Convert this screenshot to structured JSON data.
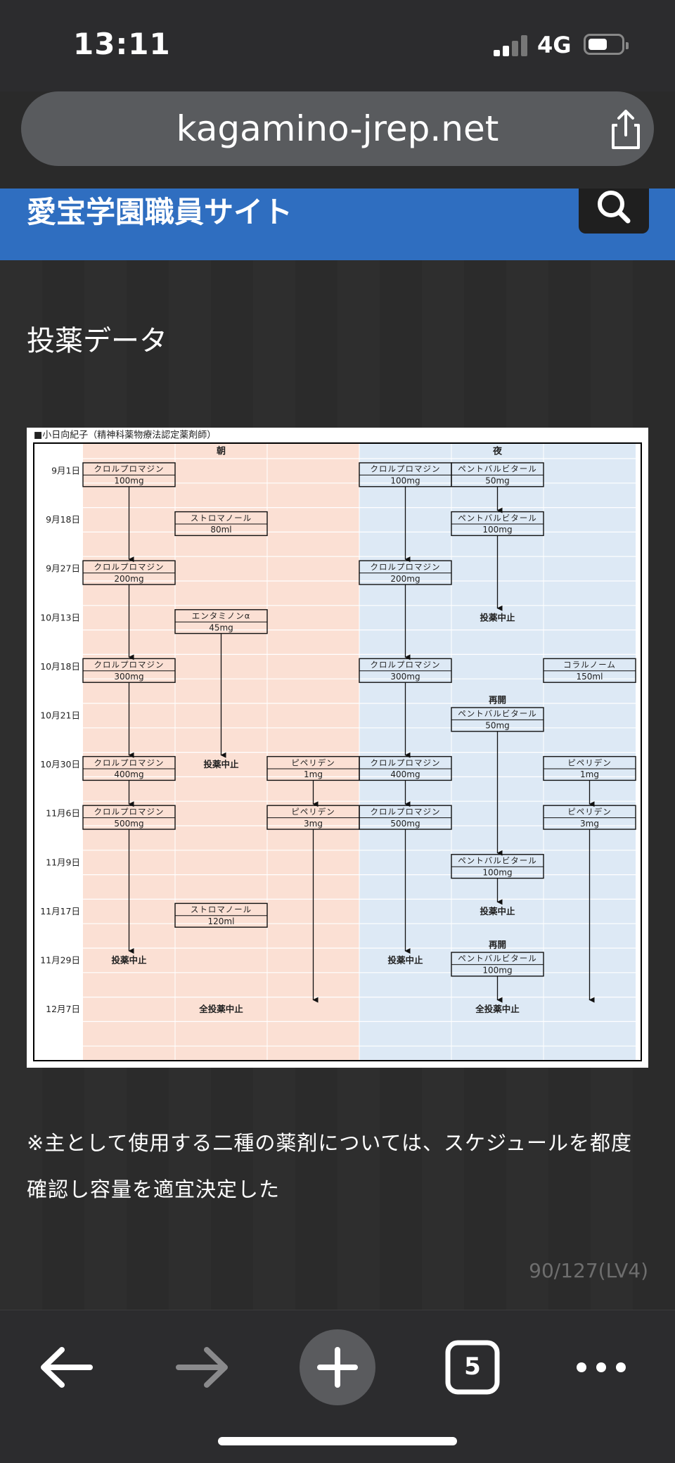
{
  "status": {
    "time": "13:11",
    "network": "4G"
  },
  "browser": {
    "url": "kagamino-jrep.net",
    "tab_count": "5"
  },
  "site": {
    "title": "愛宝学園職員サイト"
  },
  "section": {
    "heading": "投薬データ"
  },
  "note": "※主として使用する二種の薬剤については、スケジュールを都度確認し容量を適宜決定した",
  "page_counter": "90/127(LV4)",
  "chart_data": {
    "type": "table",
    "title": "■小日向紀子（精神科薬物療法認定薬剤師）",
    "headers": {
      "morning": "朝",
      "night": "夜"
    },
    "dates": [
      "9月1日",
      "9月18日",
      "9月27日",
      "10月13日",
      "10月18日",
      "10月21日",
      "10月30日",
      "11月6日",
      "11月9日",
      "11月17日",
      "11月29日",
      "12月7日"
    ],
    "boxes": [
      {
        "row": 0,
        "col": 0,
        "name": "クロルプロマジン",
        "dose": "100mg"
      },
      {
        "row": 0,
        "col": 3,
        "name": "クロルプロマジン",
        "dose": "100mg"
      },
      {
        "row": 0,
        "col": 4,
        "name": "ペントバルビタール",
        "dose": "50mg"
      },
      {
        "row": 1,
        "col": 1,
        "name": "ストロマノール",
        "dose": "80ml"
      },
      {
        "row": 1,
        "col": 4,
        "name": "ペントバルビタール",
        "dose": "100mg"
      },
      {
        "row": 2,
        "col": 0,
        "name": "クロルプロマジン",
        "dose": "200mg"
      },
      {
        "row": 2,
        "col": 3,
        "name": "クロルプロマジン",
        "dose": "200mg"
      },
      {
        "row": 3,
        "col": 1,
        "name": "エンタミノンα",
        "dose": "45mg"
      },
      {
        "row": 4,
        "col": 0,
        "name": "クロルプロマジン",
        "dose": "300mg"
      },
      {
        "row": 4,
        "col": 3,
        "name": "クロルプロマジン",
        "dose": "300mg"
      },
      {
        "row": 4,
        "col": 5,
        "name": "コラルノーム",
        "dose": "150ml"
      },
      {
        "row": 5,
        "col": 4,
        "name": "ペントバルビタール",
        "dose": "50mg"
      },
      {
        "row": 6,
        "col": 0,
        "name": "クロルプロマジン",
        "dose": "400mg"
      },
      {
        "row": 6,
        "col": 2,
        "name": "ピペリデン",
        "dose": "1mg"
      },
      {
        "row": 6,
        "col": 3,
        "name": "クロルプロマジン",
        "dose": "400mg"
      },
      {
        "row": 6,
        "col": 5,
        "name": "ピペリデン",
        "dose": "1mg"
      },
      {
        "row": 7,
        "col": 0,
        "name": "クロルプロマジン",
        "dose": "500mg"
      },
      {
        "row": 7,
        "col": 2,
        "name": "ピペリデン",
        "dose": "3mg"
      },
      {
        "row": 7,
        "col": 3,
        "name": "クロルプロマジン",
        "dose": "500mg"
      },
      {
        "row": 7,
        "col": 5,
        "name": "ピペリデン",
        "dose": "3mg"
      },
      {
        "row": 8,
        "col": 4,
        "name": "ペントバルビタール",
        "dose": "100mg"
      },
      {
        "row": 9,
        "col": 1,
        "name": "ストロマノール",
        "dose": "120ml"
      },
      {
        "row": 10,
        "col": 4,
        "name": "ペントバルビタール",
        "dose": "100mg"
      }
    ],
    "labels": [
      {
        "row": 3,
        "col": 4,
        "text": "投薬中止"
      },
      {
        "row": 5,
        "col": 4,
        "text": "再開",
        "above": true
      },
      {
        "row": 6,
        "col": 1,
        "text": "投薬中止"
      },
      {
        "row": 9,
        "col": 4,
        "text": "投薬中止"
      },
      {
        "row": 10,
        "col": 4,
        "text": "再開",
        "above": true
      },
      {
        "row": 10,
        "col": 0,
        "text": "投薬中止"
      },
      {
        "row": 10,
        "col": 3,
        "text": "投薬中止"
      },
      {
        "row": 11,
        "col": 1,
        "text": "全投薬中止"
      },
      {
        "row": 11,
        "col": 4,
        "text": "全投薬中止"
      }
    ],
    "arrows": [
      {
        "col": 0,
        "from": 0,
        "to": 2
      },
      {
        "col": 0,
        "from": 2,
        "to": 4
      },
      {
        "col": 0,
        "from": 4,
        "to": 6
      },
      {
        "col": 0,
        "from": 6,
        "to": 7
      },
      {
        "col": 0,
        "from": 7,
        "to": 10
      },
      {
        "col": 3,
        "from": 0,
        "to": 2
      },
      {
        "col": 3,
        "from": 2,
        "to": 4
      },
      {
        "col": 3,
        "from": 4,
        "to": 6
      },
      {
        "col": 3,
        "from": 6,
        "to": 7
      },
      {
        "col": 3,
        "from": 7,
        "to": 10
      },
      {
        "col": 4,
        "from": 0,
        "to": 1
      },
      {
        "col": 4,
        "from": 1,
        "to": 3
      },
      {
        "col": 4,
        "from": 5,
        "to": 8
      },
      {
        "col": 4,
        "from": 8,
        "to": 9
      },
      {
        "col": 4,
        "from": 10,
        "to": 11
      },
      {
        "col": 1,
        "from": 3,
        "to": 6
      },
      {
        "col": 2,
        "from": 6,
        "to": 7
      },
      {
        "col": 2,
        "from": 7,
        "to": 11
      },
      {
        "col": 5,
        "from": 6,
        "to": 7
      },
      {
        "col": 5,
        "from": 7,
        "to": 11
      }
    ],
    "colors": {
      "morning": "#fbe0d4",
      "night": "#dde9f5",
      "grid": "#c8c8c8"
    }
  }
}
